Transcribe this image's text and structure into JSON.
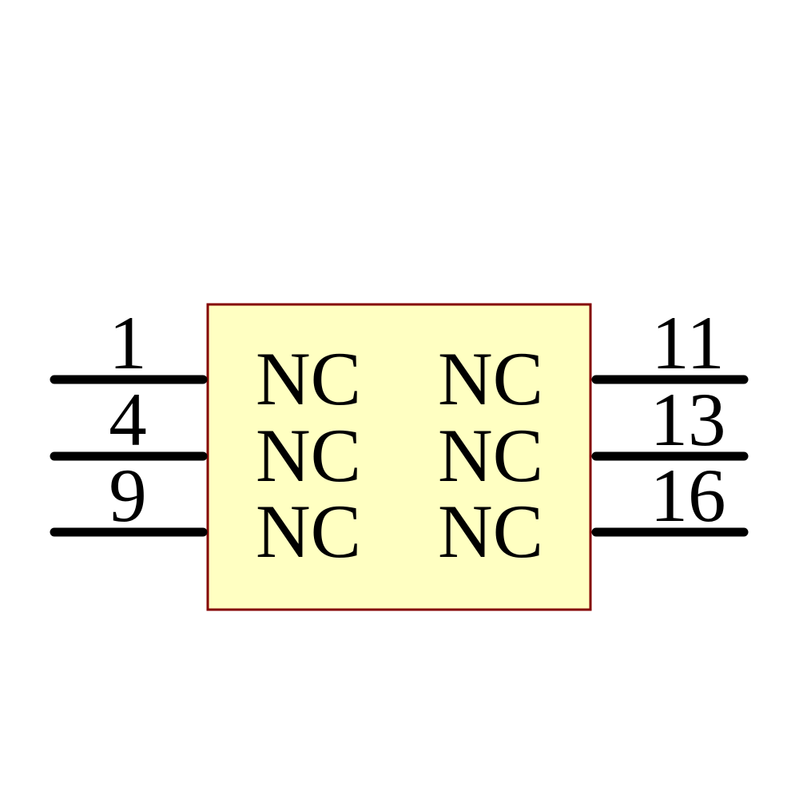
{
  "schematic": {
    "colors": {
      "background": "#FFFFFF",
      "body_fill": "#FFFFC2",
      "body_outline": "#840000",
      "pin_line": "#000000",
      "text": "#000000"
    },
    "component": {
      "kind": "ic-symbol",
      "pin_count_visible": 6
    },
    "pins": {
      "left": [
        {
          "number": "1",
          "name": "NC"
        },
        {
          "number": "4",
          "name": "NC"
        },
        {
          "number": "9",
          "name": "NC"
        }
      ],
      "right": [
        {
          "number": "11",
          "name": "NC"
        },
        {
          "number": "13",
          "name": "NC"
        },
        {
          "number": "16",
          "name": "NC"
        }
      ]
    }
  }
}
